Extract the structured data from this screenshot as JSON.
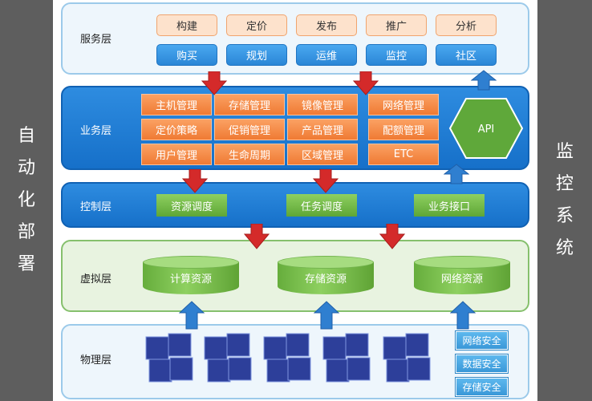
{
  "left_bar": {
    "chars": [
      "自",
      "动",
      "化",
      "部",
      "署"
    ]
  },
  "right_bar": {
    "chars": [
      "监",
      "控",
      "系",
      "统"
    ]
  },
  "service_layer": {
    "label": "服务层",
    "top_row": [
      "构建",
      "定价",
      "发布",
      "推广",
      "分析"
    ],
    "bottom_row": [
      "购买",
      "规划",
      "运维",
      "监控",
      "社区"
    ]
  },
  "business_layer": {
    "label": "业务层",
    "modules": [
      [
        "主机管理",
        "存储管理",
        "镜像管理",
        "网络管理"
      ],
      [
        "定价策略",
        "促销管理",
        "产品管理",
        "配额管理"
      ],
      [
        "用户管理",
        "生命周期",
        "区域管理",
        "ETC"
      ]
    ],
    "api_label": "API"
  },
  "control_layer": {
    "label": "控制层",
    "items": [
      "资源调度",
      "任务调度",
      "业务接口"
    ]
  },
  "virtual_layer": {
    "label": "虚拟层",
    "items": [
      "计算资源",
      "存储资源",
      "网络资源"
    ]
  },
  "physical_layer": {
    "label": "物理层",
    "security": [
      "网络安全",
      "数据安全",
      "存储安全"
    ]
  },
  "colors": {
    "side_bar": "#5e5e5e",
    "arrow_down": "#d42a2a",
    "arrow_up": "#2f7fd0",
    "biz_module": "#f58c45",
    "green": "#6cb344",
    "blue_panel": "#1f7fd8"
  }
}
